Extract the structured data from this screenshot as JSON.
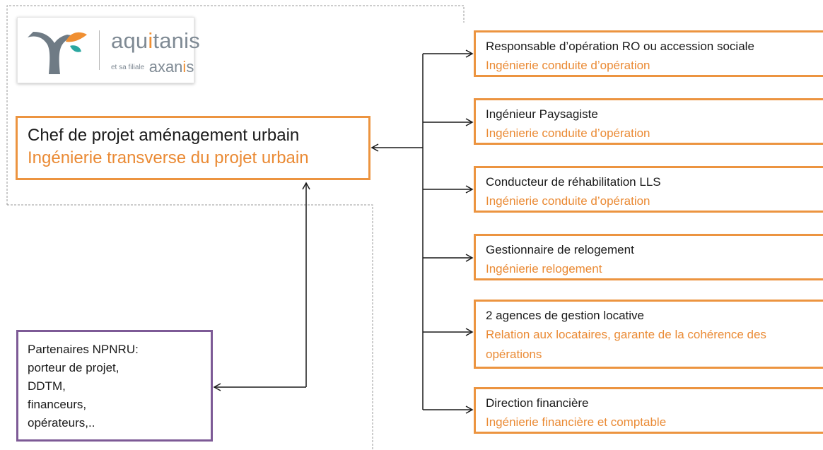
{
  "logo": {
    "brand_pre": "aqu",
    "brand_accent": "i",
    "brand_post": "tanis",
    "subtitle_small": "et sa filiale",
    "subtitle_pre": "axan",
    "subtitle_accent": "i",
    "subtitle_post": "s"
  },
  "central_node": {
    "title": "Chef de projet aménagement urbain",
    "subtitle": "Ingénierie transverse du projet urbain"
  },
  "roles": [
    {
      "title": "Responsable d’opération RO ou accession sociale",
      "subtitle": "Ingénierie conduite d’opération"
    },
    {
      "title": "Ingénieur Paysagiste",
      "subtitle": "Ingénierie conduite d’opération"
    },
    {
      "title": "Conducteur de réhabilitation LLS",
      "subtitle": "Ingénierie conduite d’opération"
    },
    {
      "title": "Gestionnaire de relogement",
      "subtitle": "Ingénierie relogement"
    },
    {
      "title": "2 agences de gestion locative",
      "subtitle": "Relation aux locataires, garante de la cohérence des opérations"
    },
    {
      "title": "Direction financière",
      "subtitle": "Ingénierie financière et comptable"
    }
  ],
  "partners": {
    "lines": [
      "Partenaires NPNRU:",
      "porteur de projet,",
      "DDTM,",
      "financeurs,",
      "opérateurs,.."
    ]
  },
  "colors": {
    "orange_border": "#ec9440",
    "orange_text": "#ea8a34",
    "purple_border": "#7d5a96",
    "dashed_line": "#9a9a9a",
    "connector": "#1a1a1a"
  }
}
